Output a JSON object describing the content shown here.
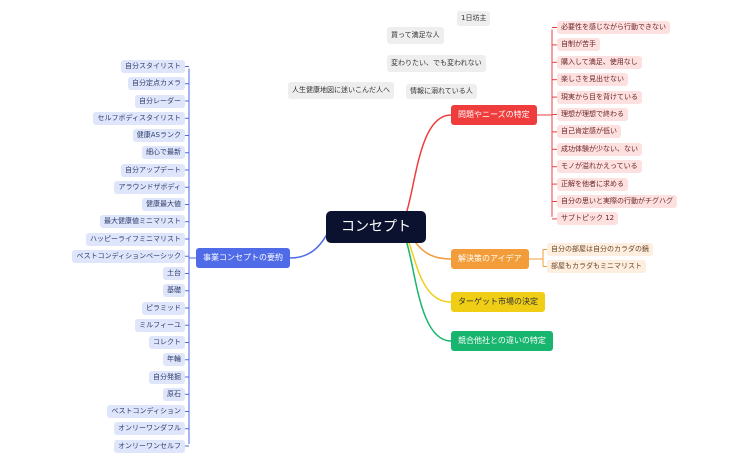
{
  "center": {
    "label": "コンセプト"
  },
  "colors": {
    "center": "#0b1230",
    "problems": "#ef3d3d",
    "solutions": "#f39c3a",
    "target": "#f0ce16",
    "competitors": "#17b56d",
    "summary": "#4f6be8"
  },
  "left_branch": {
    "label": "事業コンセプトの要約",
    "leaves": [
      "自分スタイリスト",
      "自分定点カメラ",
      "自分レーダー",
      "セルフボディスタイリスト",
      "健康ASランク",
      "細心で最新",
      "自分アップデート",
      "アラウンドザボディ",
      "健康最大値",
      "最大健康値ミニマリスト",
      "ハッピーライフミニマリスト",
      "ベストコンディションベーシック",
      "土台",
      "基礎",
      "ピラミッド",
      "ミルフィーユ",
      "コレクト",
      "年輪",
      "自分発掘",
      "原石",
      "ベストコンディション",
      "オンリーワンダフル",
      "オンリーワンセルフ"
    ]
  },
  "floating_notes": [
    "1日坊主",
    "買って満足な人",
    "変わりたい、でも変われない",
    "人生健康地図に迷いこんだ人へ",
    "情報に溺れている人"
  ],
  "problems_branch": {
    "label": "問題やニーズの特定",
    "leaves": [
      "必要性を感じながら行動できない",
      "自制が苦手",
      "購入して満足、使用なし",
      "楽しさを見出せない",
      "現実から目を背けている",
      "理想が理想で終わる",
      "自己肯定感が低い",
      "成功体験が少ない、ない",
      "モノが溢れかえっている",
      "正解を他者に求める",
      "自分の思いと実際の行動がチグハグ",
      "サブトピック 12"
    ]
  },
  "solutions_branch": {
    "label": "解決策のアイデア",
    "leaves": [
      "自分の部屋は自分のカラダの鏡",
      "部屋もカラダもミニマリスト"
    ]
  },
  "target_branch": {
    "label": "ターゲット市場の決定"
  },
  "competitors_branch": {
    "label": "競合他社との違いの特定"
  }
}
